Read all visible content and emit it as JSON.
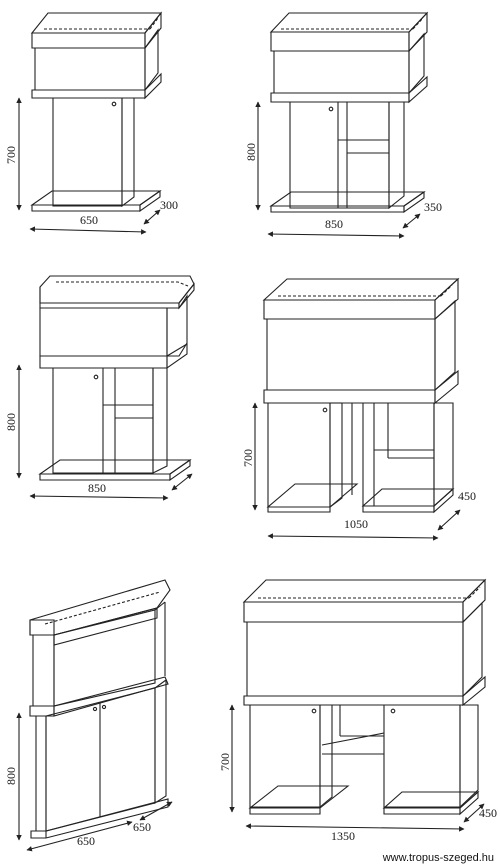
{
  "units": [
    {
      "id": "u1",
      "height": "700",
      "width": "650",
      "depth": "300"
    },
    {
      "id": "u2",
      "height": "800",
      "width": "850",
      "depth": "350"
    },
    {
      "id": "u3",
      "height": "800",
      "width": "850",
      "depth": ""
    },
    {
      "id": "u4",
      "height": "700",
      "width": "1050",
      "depth": "450"
    },
    {
      "id": "u5",
      "height": "800",
      "width": "650",
      "depth": "650"
    },
    {
      "id": "u6",
      "height": "700",
      "width": "1350",
      "depth": "450"
    }
  ],
  "footer": {
    "credit": "www.tropus-szeged.hu"
  }
}
